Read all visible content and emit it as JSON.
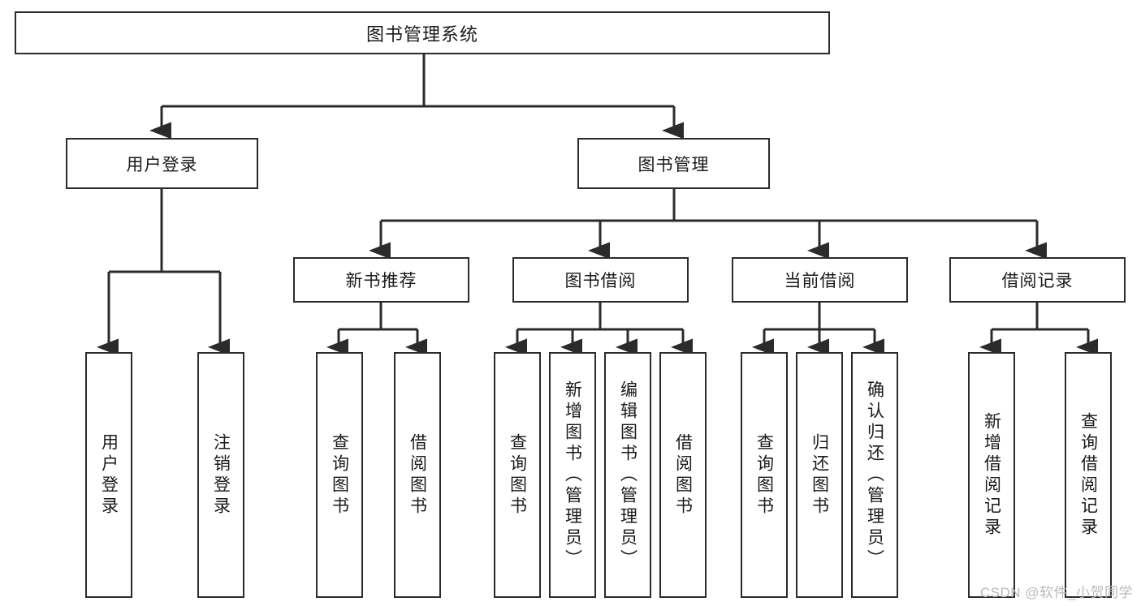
{
  "diagram": {
    "title": "图书管理系统",
    "type": "tree-hierarchy-diagram",
    "colors": {
      "node_border": "#2b2b2b",
      "node_fill": "#ffffff",
      "edge": "#2b2b2b",
      "text": "#1a1a1a",
      "watermark": "#b9b9b9"
    },
    "root": {
      "label": "图书管理系统"
    },
    "level1": [
      {
        "label": "用户登录"
      },
      {
        "label": "图书管理"
      }
    ],
    "level2": [
      {
        "label": "新书推荐"
      },
      {
        "label": "图书借阅"
      },
      {
        "label": "当前借阅"
      },
      {
        "label": "借阅记录"
      }
    ],
    "leaves": {
      "user_login": [
        {
          "label": "用户登录"
        },
        {
          "label": "注销登录"
        }
      ],
      "new_book_recommend": [
        {
          "label": "查询图书"
        },
        {
          "label": "借阅图书"
        }
      ],
      "book_borrow": [
        {
          "label": "查询图书"
        },
        {
          "label": "新增图书（管理员）"
        },
        {
          "label": "编辑图书（管理员）"
        },
        {
          "label": "借阅图书"
        }
      ],
      "current_borrow": [
        {
          "label": "查询图书"
        },
        {
          "label": "归还图书"
        },
        {
          "label": "确认归还（管理员）"
        }
      ],
      "borrow_record": [
        {
          "label": "新增借阅记录"
        },
        {
          "label": "查询借阅记录"
        }
      ]
    }
  },
  "watermark": {
    "text": "CSDN @软件_小贺同学"
  }
}
